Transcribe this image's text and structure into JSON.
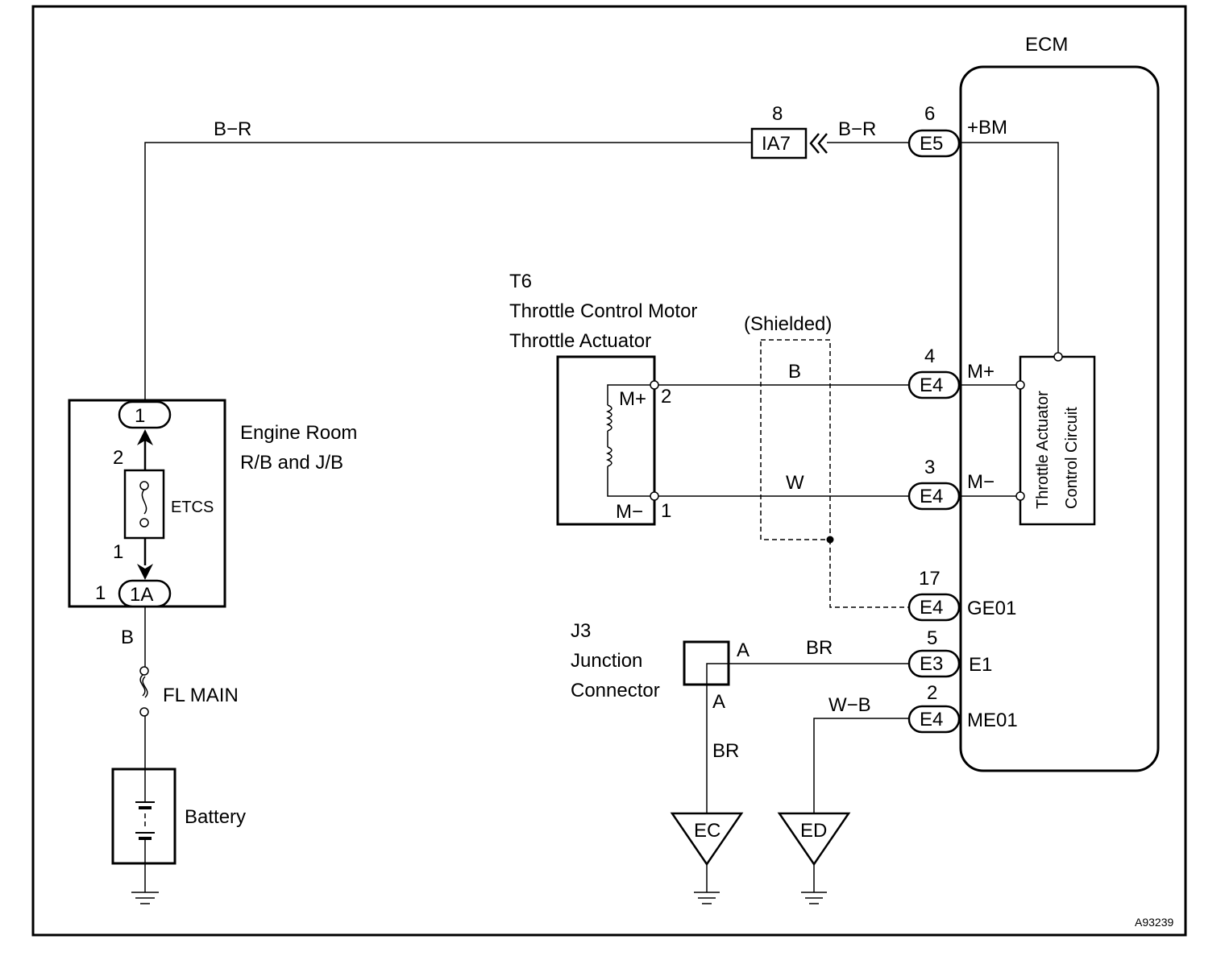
{
  "ecm": {
    "title": "ECM",
    "terminals": {
      "bm": "+BM",
      "mplus": "M+",
      "mminus": "M−",
      "ge01": "GE01",
      "e1": "E1",
      "me01": "ME01"
    },
    "circuit_line1": "Throttle Actuator",
    "circuit_line2": "Control Circuit"
  },
  "connectors": {
    "e5": {
      "pin": "6",
      "name": "E5"
    },
    "e4_m_plus": {
      "pin": "4",
      "name": "E4"
    },
    "e4_m_minus": {
      "pin": "3",
      "name": "E4"
    },
    "e4_ge01": {
      "pin": "17",
      "name": "E4"
    },
    "e3_e1": {
      "pin": "5",
      "name": "E3"
    },
    "e4_me01": {
      "pin": "2",
      "name": "E4"
    },
    "ia7": {
      "pin": "8",
      "name": "IA7"
    }
  },
  "wires": {
    "top_left": "B−R",
    "top_right": "B−R",
    "motor_plus": "B",
    "motor_minus": "W",
    "junction_to_e3": "BR",
    "junction_to_ground": "BR",
    "me01_wire": "W−B",
    "battery_wire": "B"
  },
  "motor": {
    "code": "T6",
    "line1": "Throttle Control Motor",
    "line2": "Throttle Actuator",
    "plus_label": "M+",
    "minus_label": "M−",
    "pin_plus": "2",
    "pin_minus": "1"
  },
  "shielded": "(Shielded)",
  "junction": {
    "code": "J3",
    "line1": "Junction",
    "line2": "Connector",
    "pin_a1": "A",
    "pin_a2": "A"
  },
  "grounds": {
    "ec": "EC",
    "ed": "ED"
  },
  "relay_box": {
    "line1": "Engine Room",
    "line2": "R/B and J/B",
    "top_connector": "1",
    "bottom_connector": "1A",
    "pin_upper": "2",
    "pin_lower": "1",
    "pin_left": "1",
    "fuse": "ETCS"
  },
  "fusible_link": "FL MAIN",
  "battery": "Battery",
  "figure_id": "A93239"
}
